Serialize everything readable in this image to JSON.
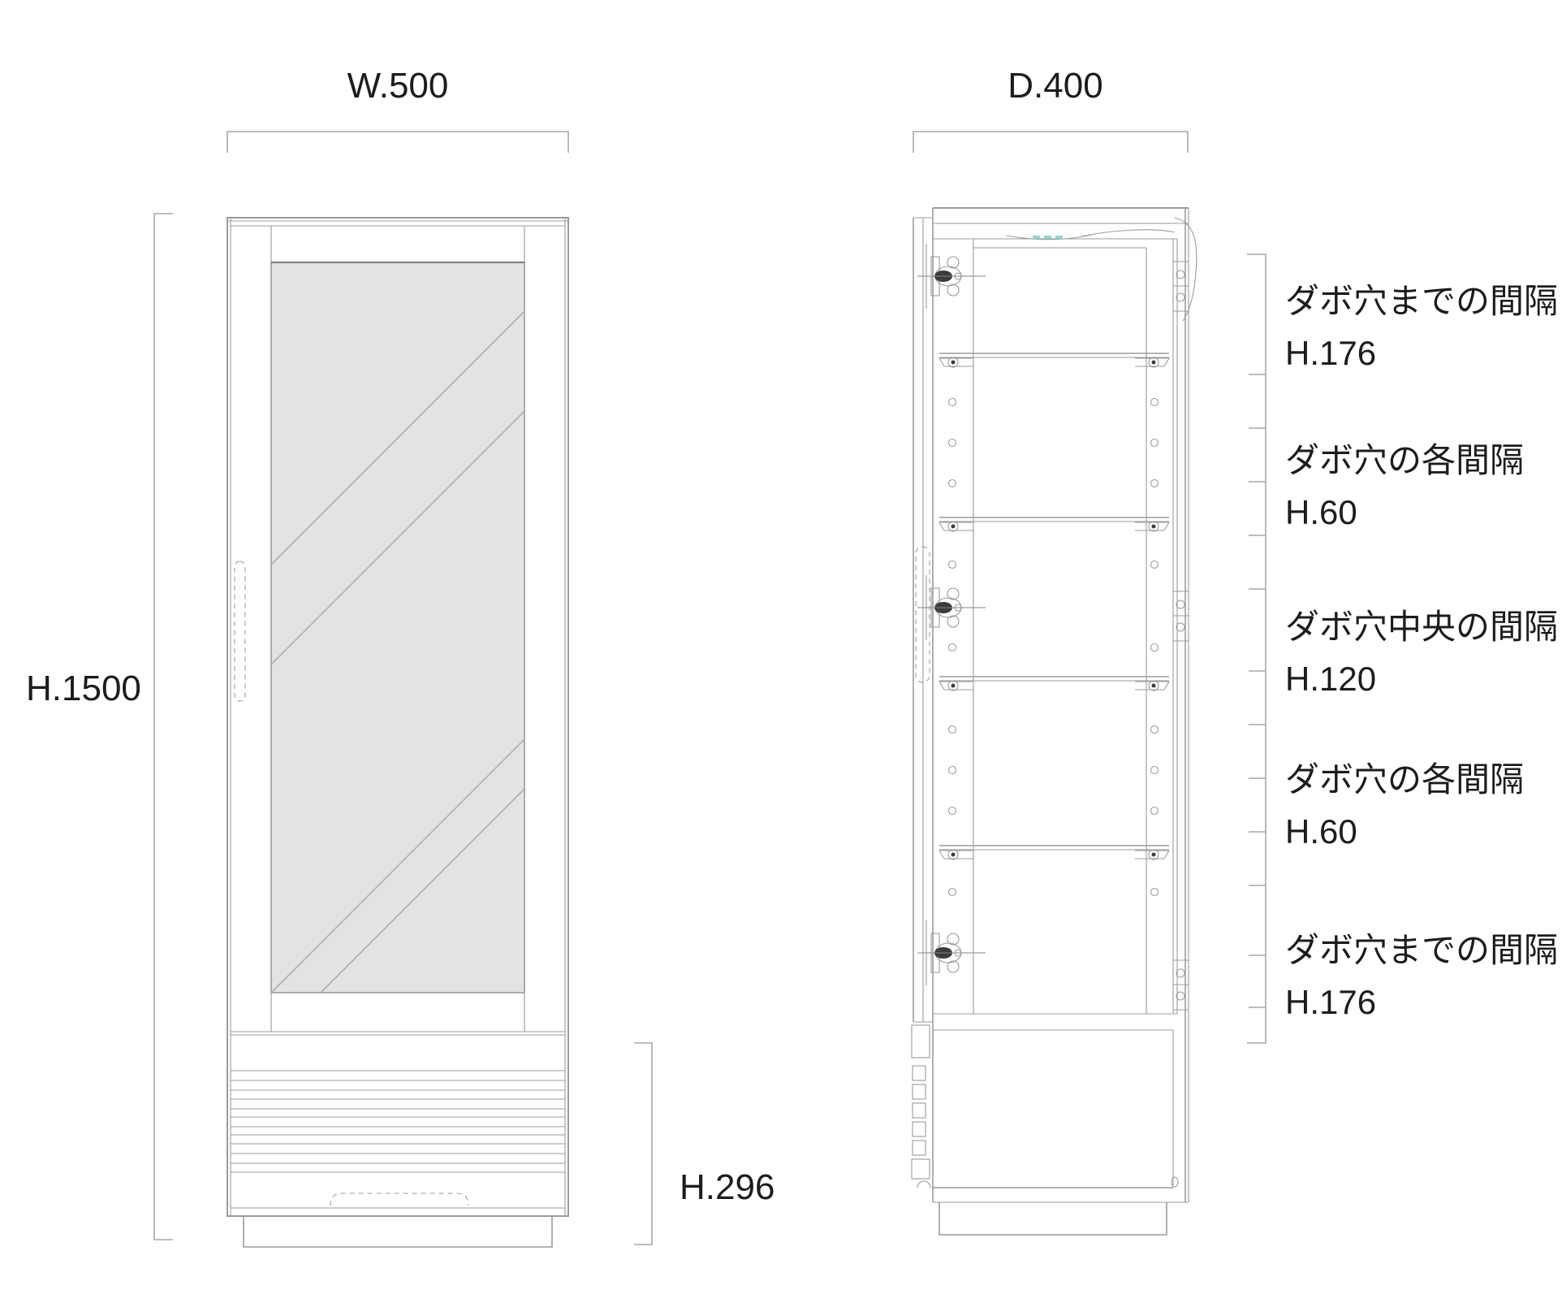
{
  "front_view": {
    "width_label": "W.500",
    "height_label": "H.1500",
    "lower_section_height_label": "H.296"
  },
  "side_view": {
    "depth_label": "D.400"
  },
  "dowel_annotations": [
    {
      "label": "ダボ穴までの間隔",
      "value": "H.176"
    },
    {
      "label": "ダボ穴の各間隔",
      "value": "H.60"
    },
    {
      "label": "ダボ穴中央の間隔",
      "value": "H.120"
    },
    {
      "label": "ダボ穴の各間隔",
      "value": "H.60"
    },
    {
      "label": "ダボ穴までの間隔",
      "value": "H.176"
    }
  ],
  "colors": {
    "line": "#9b9b9b",
    "glass_fill": "#e3e3e3",
    "text": "#1c1c1c",
    "led_accent": "#8fd8d2",
    "hinge_dark": "#3c3c3c",
    "background": "#ffffff"
  }
}
